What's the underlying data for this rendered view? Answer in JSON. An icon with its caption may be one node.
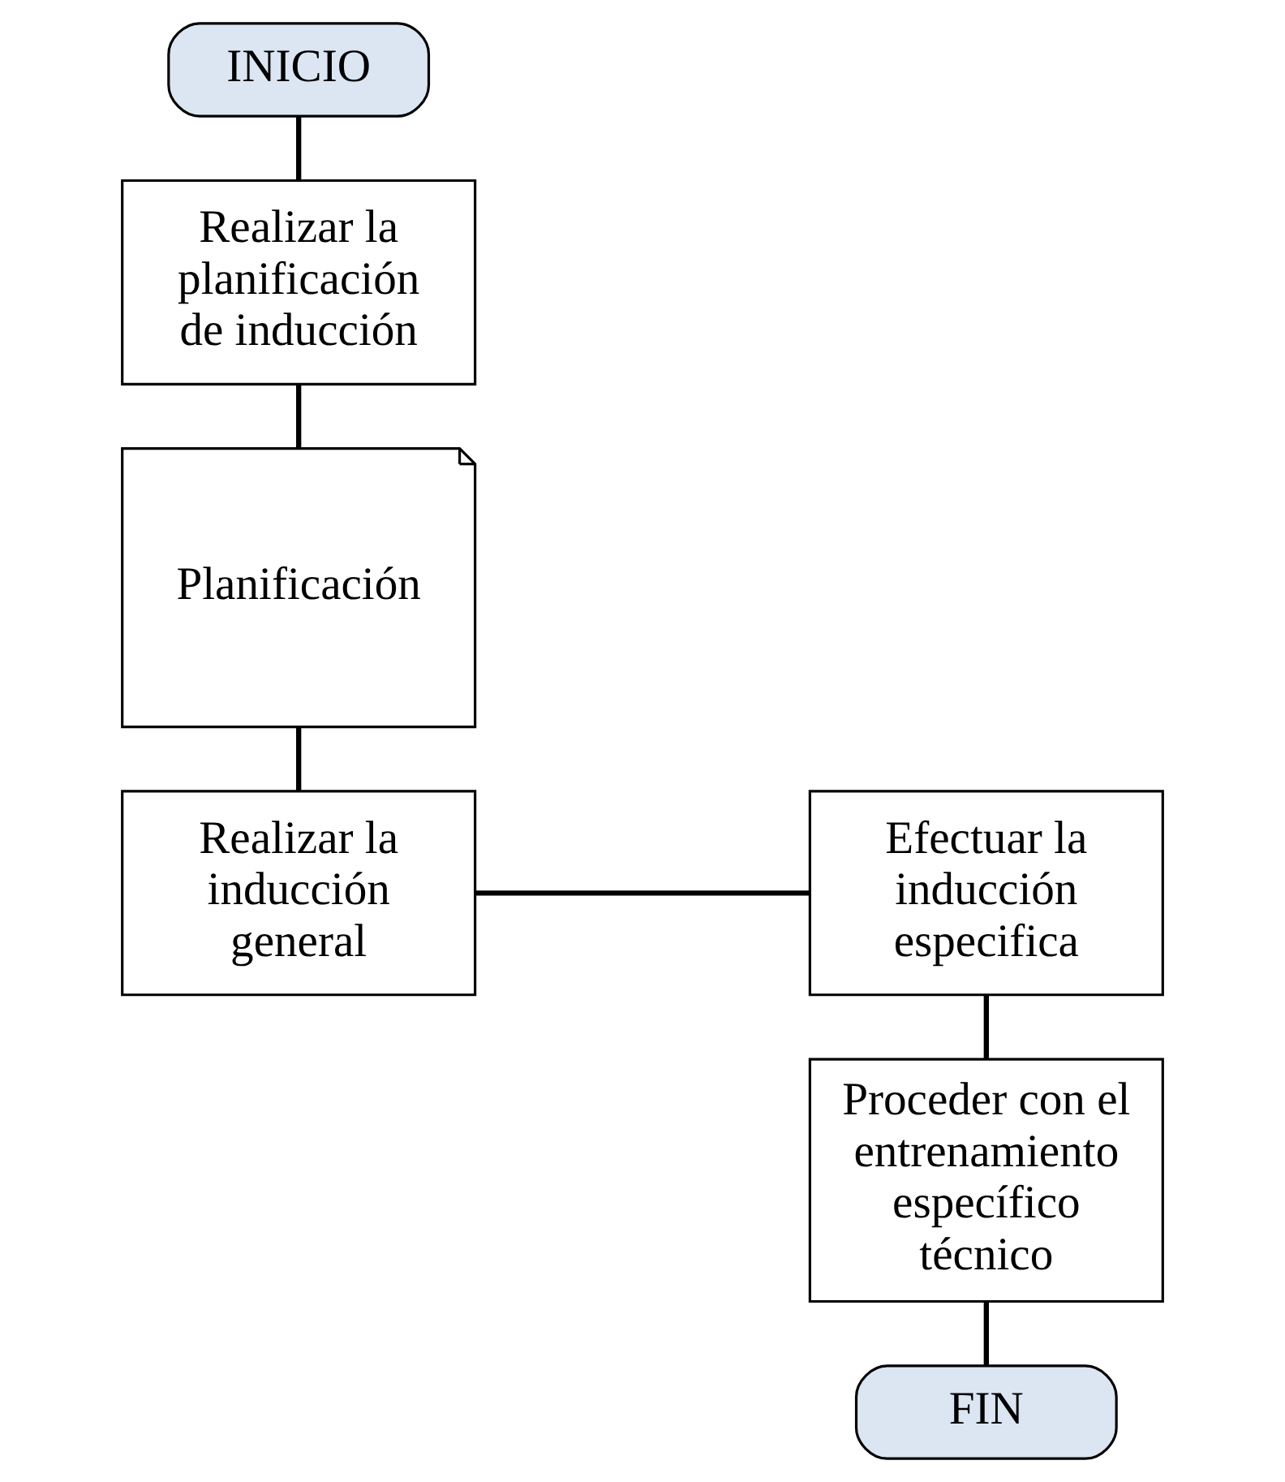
{
  "diagram": {
    "nodes": [
      {
        "text": [
          "INICIO"
        ]
      },
      {
        "text": [
          "Realizar la planificación de inducción"
        ]
      },
      {
        "text": [
          "Planificación"
        ]
      },
      {
        "text": [
          "Realizar la inducción general"
        ]
      },
      {
        "text": [
          "Efectuar la inducción especifica"
        ]
      },
      {
        "text": [
          "Proceder con el entrenamiento específico técnico"
        ]
      },
      {
        "text": [
          "FIN"
        ]
      }
    ],
    "edges": [
      {
        "from": 0,
        "to": 1,
        "arrow": "none"
      },
      {
        "from": 1,
        "to": 2,
        "arrow": "none"
      },
      {
        "from": 2,
        "to": 3,
        "arrow": "none"
      },
      {
        "from": 3,
        "to": 4,
        "arrow": "none"
      },
      {
        "from": 4,
        "to": 5,
        "arrow": "none"
      },
      {
        "from": 5,
        "to": 6,
        "arrow": "none"
      }
    ]
  }
}
